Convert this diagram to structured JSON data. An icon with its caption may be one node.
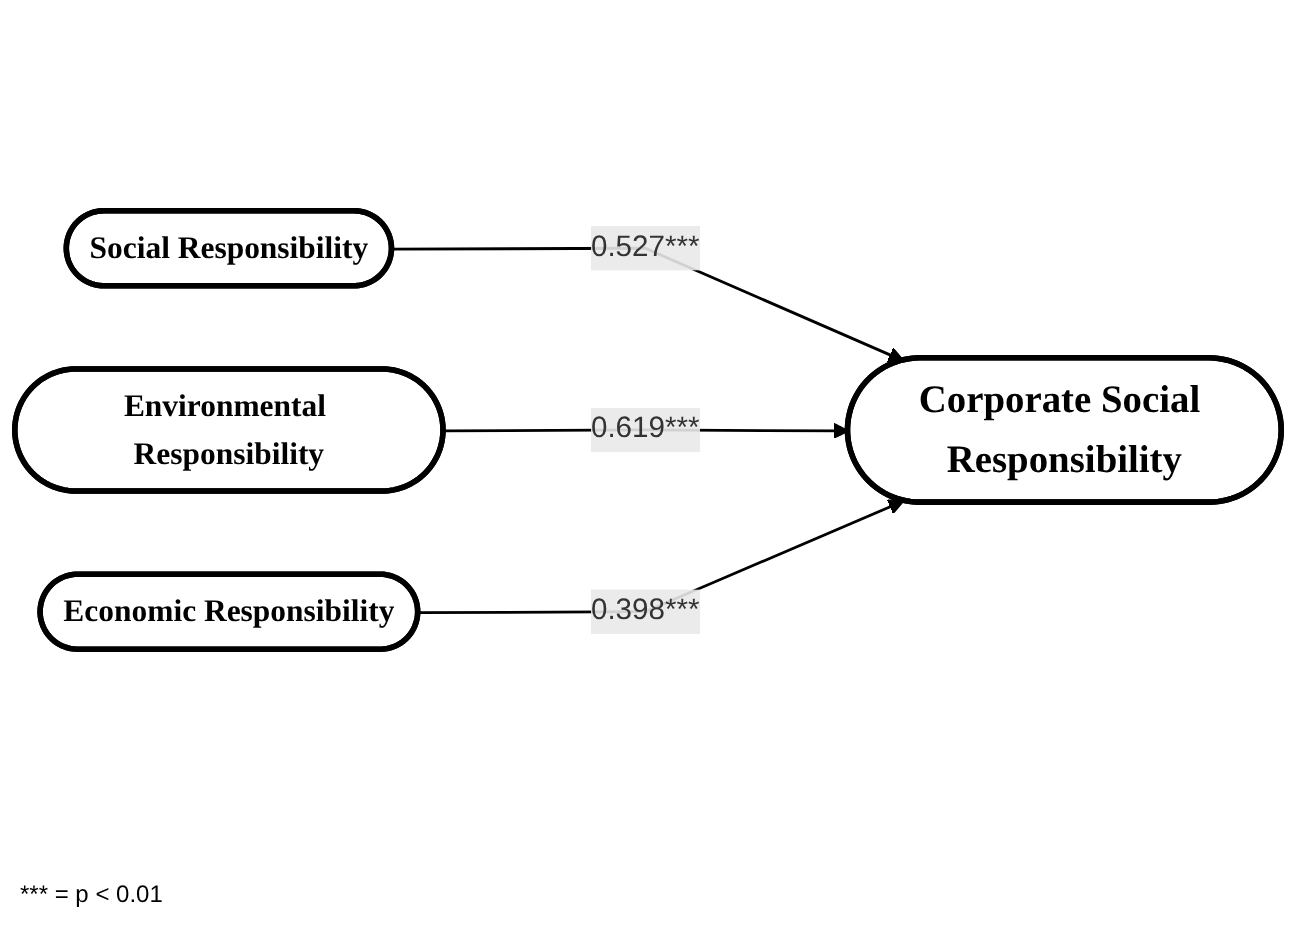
{
  "diagram": {
    "nodes": [
      {
        "text": [
          "Social Responsibility"
        ]
      },
      {
        "text": [
          "Environmental Responsibility"
        ]
      },
      {
        "text": [
          "Economic Responsibility"
        ]
      },
      {
        "text": [
          "Corporate Social Responsibility"
        ]
      }
    ],
    "edges": [
      {
        "from": 0,
        "to": 3,
        "arrow": "to",
        "label": "0.527***"
      },
      {
        "from": 1,
        "to": 3,
        "arrow": "to",
        "label": "0.619***"
      },
      {
        "from": 2,
        "to": 3,
        "arrow": "to",
        "label": "0.398***"
      }
    ],
    "labels": [
      "*** = p < 0.01"
    ]
  }
}
